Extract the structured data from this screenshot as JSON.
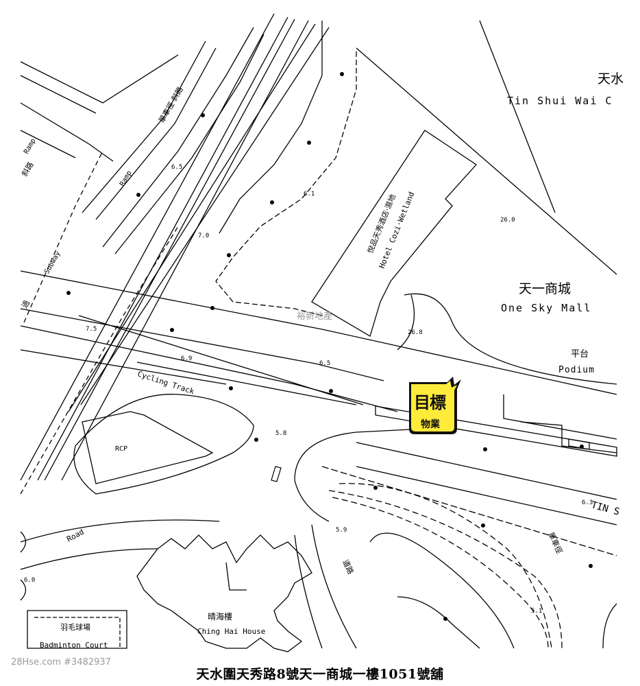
{
  "map": {
    "labels": {
      "tsw_centre_cn": "天水",
      "tsw_centre_en": "Tin Shui Wai C",
      "mall_cn": "天一商城",
      "mall_en": "One Sky Mall",
      "podium_cn": "平台",
      "podium_en": "Podium",
      "hotel": "悅品天秀酒店·濕地",
      "hotel_en": "Hotel Cozi·Wetland",
      "watermark_center": "裕新地產",
      "cycling_track": "Cycling Track",
      "rcp": "RCP",
      "road": "Road",
      "tin_road": "TIN S",
      "bike_path_cn": "單車徑",
      "road_cn": "道路",
      "ramp_1": "Ramp",
      "ramp_2": "Ramp",
      "ramp_cn_1": "斜路",
      "ramp_cn_2": "單車徑 斜路",
      "subway": "Subway",
      "ching_hai_cn": "晴海樓",
      "ching_hai_en": "Ching Hai House",
      "badminton_cn": "羽毛球場",
      "badminton_en": "Badminton Court",
      "partial_cn": "過"
    },
    "spot_heights": [
      "26.0",
      "26.8",
      "6.5",
      "6.9",
      "7.5",
      "7.0",
      "6.5",
      "6.1",
      "5.8",
      "5.9",
      "6.3",
      "6.0",
      "5.1"
    ],
    "marker": {
      "top": "目標",
      "bottom": "物業"
    },
    "caption": "天水圍天秀路8號天一商城一樓1051號舖",
    "watermark": "28Hse.com #3482937"
  }
}
